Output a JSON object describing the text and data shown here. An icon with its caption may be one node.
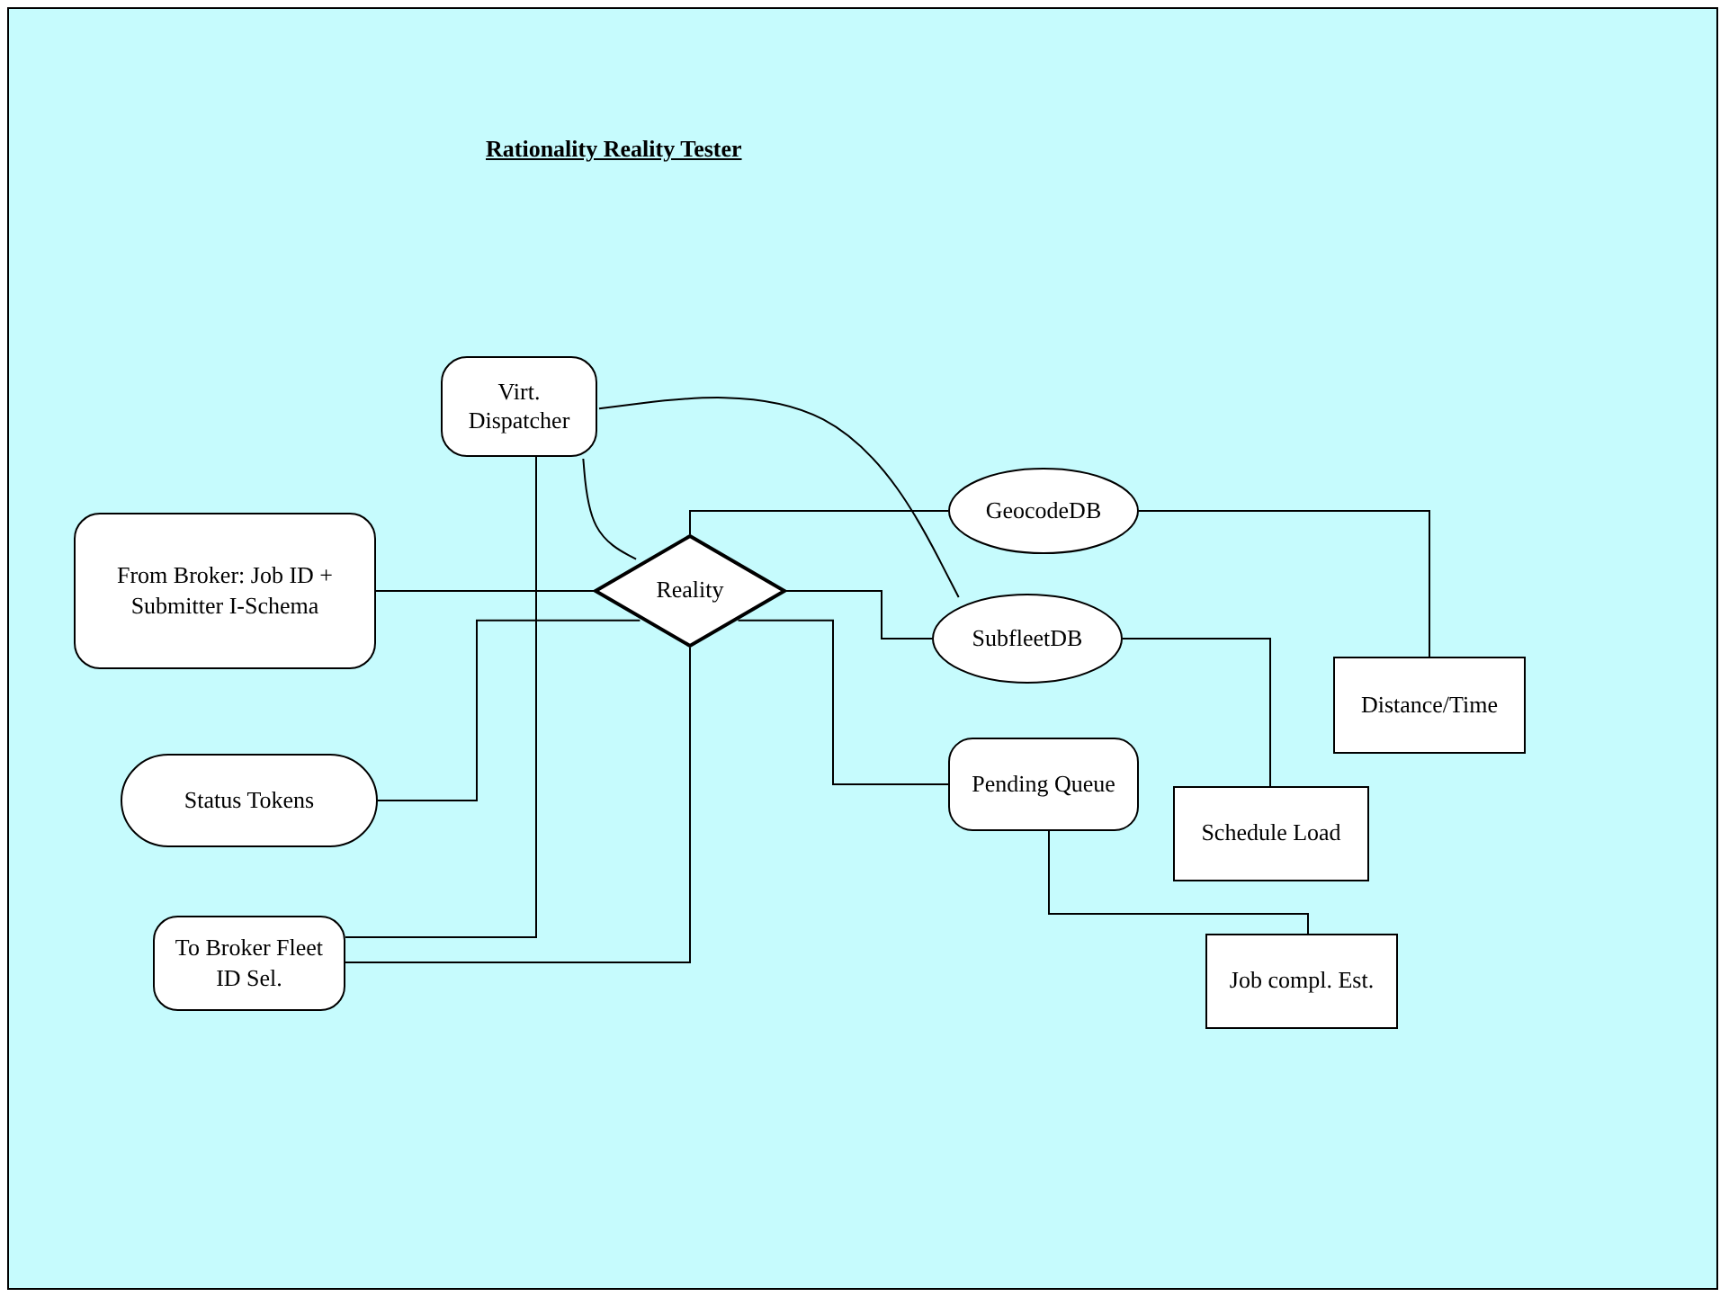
{
  "diagram": {
    "title": "Rationality Reality Tester",
    "nodes": [
      {
        "text": [
          "Virt. Dispatcher"
        ]
      },
      {
        "text": [
          "From Broker: Job ID + Submitter I-Schema"
        ]
      },
      {
        "text": [
          "Reality"
        ]
      },
      {
        "text": [
          "GeocodeDB"
        ]
      },
      {
        "text": [
          "SubfleetDB"
        ]
      },
      {
        "text": [
          "Status Tokens"
        ]
      },
      {
        "text": [
          "Pending Queue"
        ]
      },
      {
        "text": [
          "Distance/Time"
        ]
      },
      {
        "text": [
          "Schedule Load"
        ]
      },
      {
        "text": [
          "To Broker Fleet ID Sel."
        ]
      },
      {
        "text": [
          "Job compl. Est."
        ]
      }
    ],
    "edges": [
      {
        "from": 0,
        "to": 2,
        "arrow": "none"
      },
      {
        "from": 0,
        "to": 4,
        "arrow": "none"
      },
      {
        "from": 1,
        "to": 2,
        "arrow": "none"
      },
      {
        "from": 2,
        "to": 3,
        "arrow": "none"
      },
      {
        "from": 2,
        "to": 4,
        "arrow": "none"
      },
      {
        "from": 2,
        "to": 6,
        "arrow": "none"
      },
      {
        "from": 5,
        "to": 2,
        "arrow": "none"
      },
      {
        "from": 9,
        "to": 0,
        "arrow": "none"
      },
      {
        "from": 9,
        "to": 2,
        "arrow": "none"
      },
      {
        "from": 3,
        "to": 7,
        "arrow": "none"
      },
      {
        "from": 4,
        "to": 8,
        "arrow": "none"
      },
      {
        "from": 6,
        "to": 10,
        "arrow": "none"
      }
    ]
  }
}
